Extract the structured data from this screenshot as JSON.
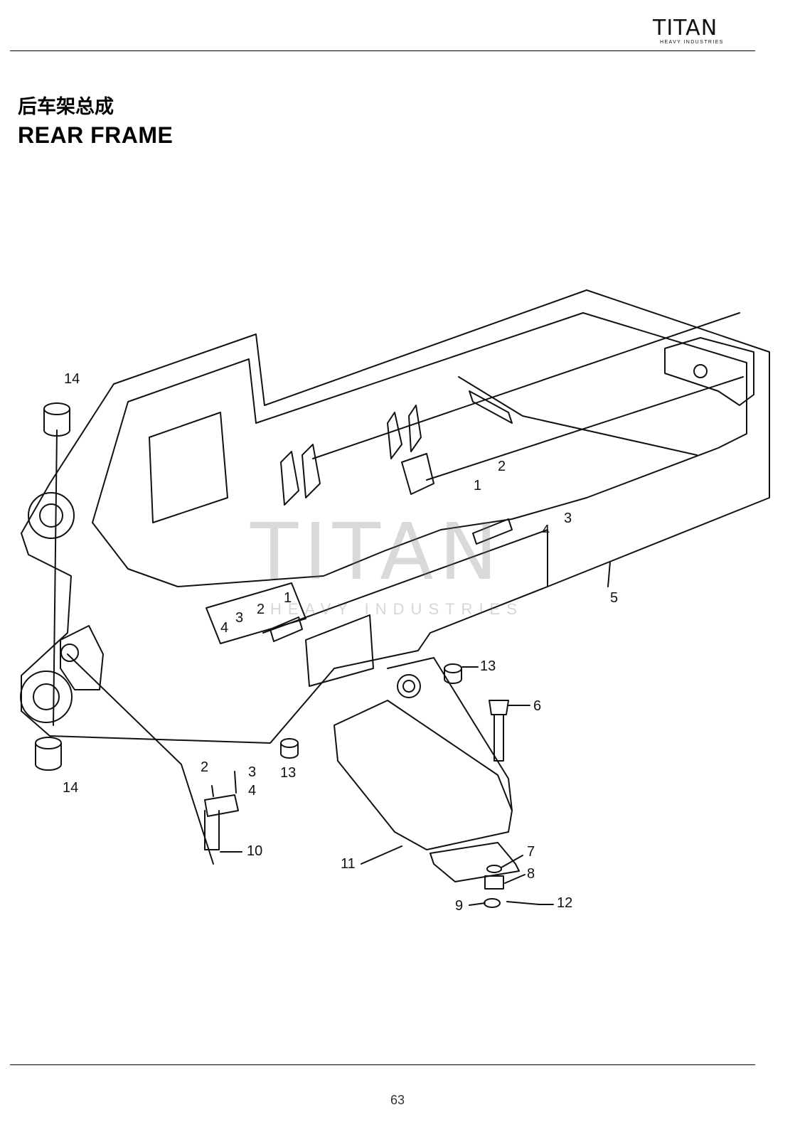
{
  "header": {
    "logo": {
      "word": "TITAN",
      "subtitle": "HEAVY INDUSTRIES"
    }
  },
  "title": {
    "chinese": "后车架总成",
    "english": "REAR FRAME"
  },
  "watermark": {
    "word": "TITAN",
    "subtitle": "HEAVY INDUSTRIES"
  },
  "callouts": {
    "c14a": "14",
    "c1a": "1",
    "c2a": "2",
    "c4a": "4",
    "c3a": "3",
    "c5": "5",
    "c1b": "1",
    "c2b": "2",
    "c3b": "3",
    "c4b": "4",
    "c13a": "13",
    "c6": "6",
    "c13b": "13",
    "c14b": "14",
    "c2c": "2",
    "c3c": "3",
    "c4c": "4",
    "c10": "10",
    "c11": "11",
    "c7": "7",
    "c8": "8",
    "c9": "9",
    "c12": "12"
  },
  "footer": {
    "page_number": "63"
  },
  "colors": {
    "ink": "#000000",
    "watermark": "#787878",
    "background": "#ffffff"
  }
}
